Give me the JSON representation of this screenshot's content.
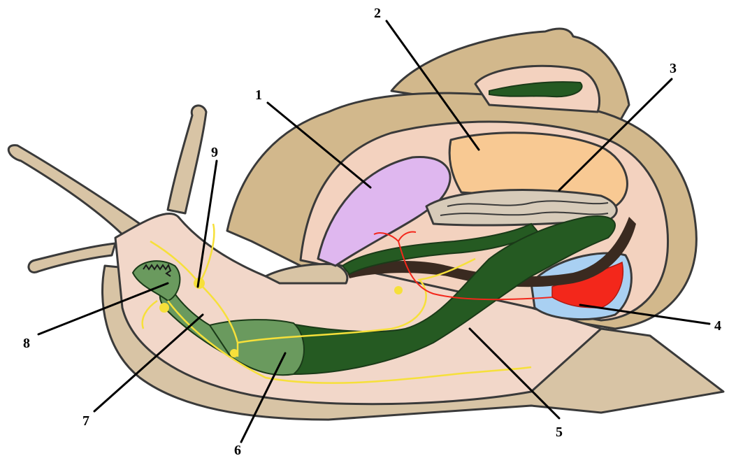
{
  "labels": [
    "1",
    "2",
    "3",
    "4",
    "5",
    "6",
    "7",
    "8",
    "9"
  ],
  "colors": {
    "shell": "#d2b88c",
    "shell_inner": "#f3d2bf",
    "body": "#f2d7c9",
    "foot_outer": "#d8c4a5",
    "lung": "#dfb7ef",
    "digestive_gland": "#f8c993",
    "kidney": "#d7cbb9",
    "heart": "#f3271b",
    "pericardium": "#a9d0f2",
    "gut": "#255a22",
    "gut_light": "#6a9a5e",
    "reproductive": "#3a2a20",
    "nerves": "#f6e03a",
    "outline": "#3a3a3a"
  }
}
